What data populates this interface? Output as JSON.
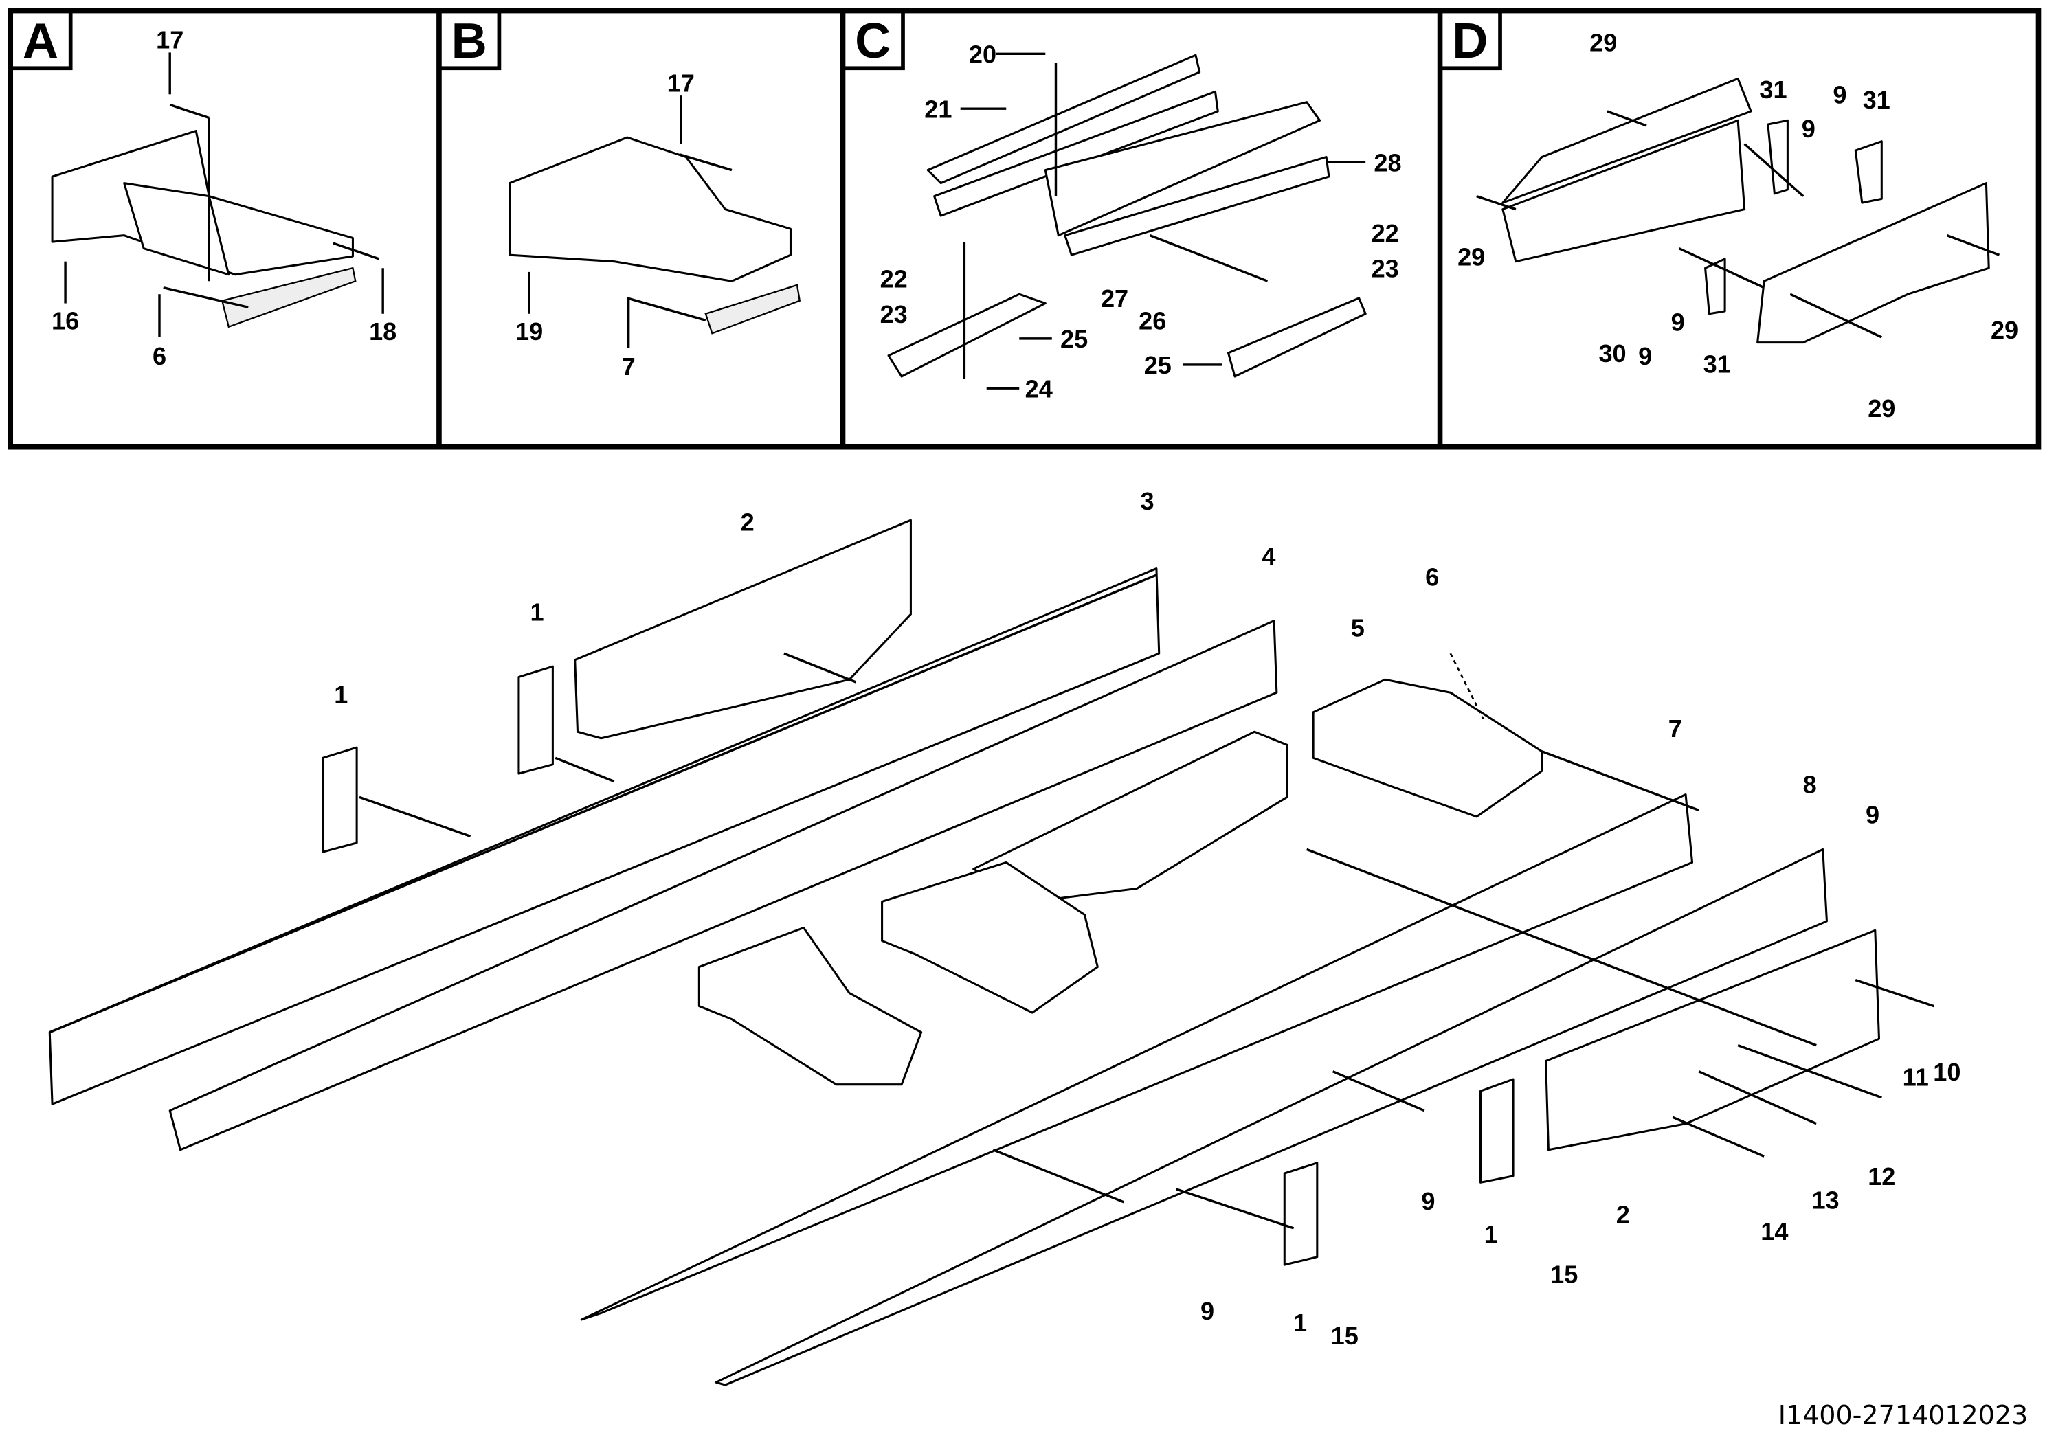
{
  "document_id": "I1400-2714012023",
  "panels": [
    {
      "letter": "A",
      "callouts": [
        "17",
        "16",
        "6",
        "18"
      ]
    },
    {
      "letter": "B",
      "callouts": [
        "17",
        "19",
        "7"
      ]
    },
    {
      "letter": "C",
      "callouts": [
        "20",
        "21",
        "28",
        "22",
        "23",
        "22",
        "23",
        "25",
        "24",
        "27",
        "26",
        "25"
      ]
    },
    {
      "letter": "D",
      "callouts": [
        "29",
        "31",
        "9",
        "31",
        "9",
        "29",
        "9",
        "31",
        "30",
        "9",
        "29",
        "29"
      ]
    }
  ],
  "main_callouts": [
    "2",
    "3",
    "4",
    "1",
    "1",
    "6",
    "5",
    "7",
    "8",
    "9",
    "10",
    "11",
    "12",
    "13",
    "14",
    "2",
    "15",
    "1",
    "9",
    "9",
    "1",
    "15"
  ]
}
